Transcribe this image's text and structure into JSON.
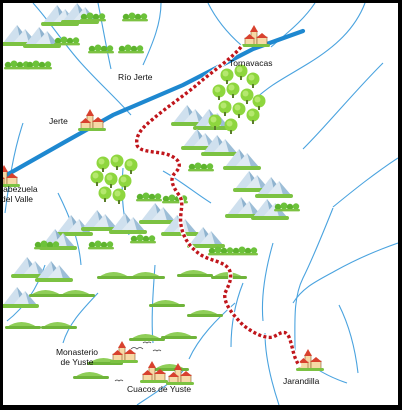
{
  "map": {
    "colors": {
      "river_main": "#1e88d0",
      "stream": "#4aa3df",
      "route": "#c0161c",
      "route_gap": "#ffffff",
      "mountain": "#8fb3cf",
      "grass": "#7cc242",
      "tree": "#5eb32e",
      "roof": "#d8412e",
      "wall": "#f6d9a6"
    },
    "labels": {
      "rio_jerte": "Río Jerte",
      "jerte": "Jerte",
      "tornavacas": "Tornavacas",
      "cabezuela_line1": "Cabezuela",
      "cabezuela_line2": "del Valle",
      "monasterio_line1": "Monasterio",
      "monasterio_line2": "de Yuste",
      "cuacos": "Cuacos de Yuste",
      "jarandilla": "Jarandilla"
    },
    "icons": {
      "town": "village-icon",
      "mountain": "mountain-icon",
      "forest": "tree-icon",
      "bird": "bird-icon"
    }
  }
}
